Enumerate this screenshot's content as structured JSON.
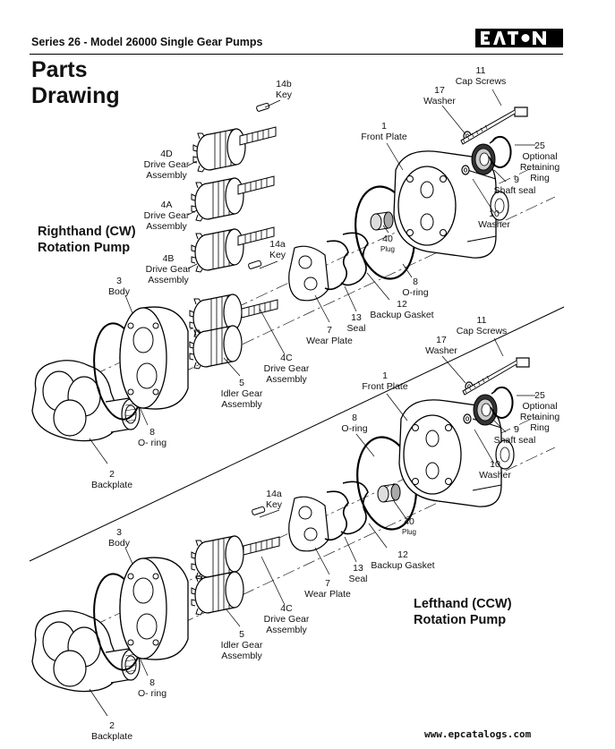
{
  "header": {
    "series_title": "Series 26 - Model 26000 Single Gear Pumps",
    "logo_text": "EATON"
  },
  "page_title": [
    "Parts",
    "Drawing"
  ],
  "top": {
    "section_title": [
      "Righthand (CW)",
      "Rotation Pump"
    ],
    "labels": {
      "p14b": [
        "14b",
        "Key"
      ],
      "p4d": [
        "4D",
        "Drive Gear",
        "Assembly"
      ],
      "p4a": [
        "4A",
        "Drive Gear",
        "Assembly"
      ],
      "p4b": [
        "4B",
        "Drive Gear",
        "Assembly"
      ],
      "p14a": [
        "14a",
        "Key"
      ],
      "p3": [
        "3",
        "Body"
      ],
      "p4c": [
        "4C",
        "Drive Gear",
        "Assembly"
      ],
      "p5": [
        "5",
        "Idler Gear",
        "Assembly"
      ],
      "p8b": [
        "8",
        "O- ring"
      ],
      "p2": [
        "2",
        "Backplate"
      ],
      "p7": [
        "7",
        "Wear Plate"
      ],
      "p13": [
        "13",
        "Seal"
      ],
      "p12": [
        "12",
        "Backup Gasket"
      ],
      "p8f": [
        "8",
        "O-ring"
      ],
      "p40": [
        "40",
        "Plug"
      ],
      "p1": [
        "1",
        "Front Plate"
      ],
      "p17": [
        "17",
        "Washer"
      ],
      "p11": [
        "11",
        "Cap Screws"
      ],
      "p25": [
        "25",
        "Optional",
        "Retaining",
        "Ring"
      ],
      "p9": [
        "9",
        "Shaft seal"
      ],
      "p10": [
        "10",
        "Washer"
      ]
    }
  },
  "bottom": {
    "section_title": [
      "Lefthand (CCW)",
      "Rotation Pump"
    ],
    "labels": {
      "p11": [
        "11",
        "Cap Screws"
      ],
      "p17": [
        "17",
        "Washer"
      ],
      "p25": [
        "25",
        "Optional",
        "Retaining",
        "Ring"
      ],
      "p1": [
        "1",
        "Front Plate"
      ],
      "p8f": [
        "8",
        "O-ring"
      ],
      "p9": [
        "9",
        "Shaft seal"
      ],
      "p10": [
        "10",
        "Washer"
      ],
      "p40": [
        "40",
        "Plug"
      ],
      "p14a": [
        "14a",
        "Key"
      ],
      "p12": [
        "12",
        "Backup Gasket"
      ],
      "p3": [
        "3",
        "Body"
      ],
      "p13": [
        "13",
        "Seal"
      ],
      "p7": [
        "7",
        "Wear Plate"
      ],
      "p4c": [
        "4C",
        "Drive Gear",
        "Assembly"
      ],
      "p5": [
        "5",
        "Idler Gear",
        "Assembly"
      ],
      "p8b": [
        "8",
        "O- ring"
      ],
      "p2": [
        "2",
        "Backplate"
      ]
    }
  },
  "footer": {
    "url": "www.epcatalogs.com"
  }
}
